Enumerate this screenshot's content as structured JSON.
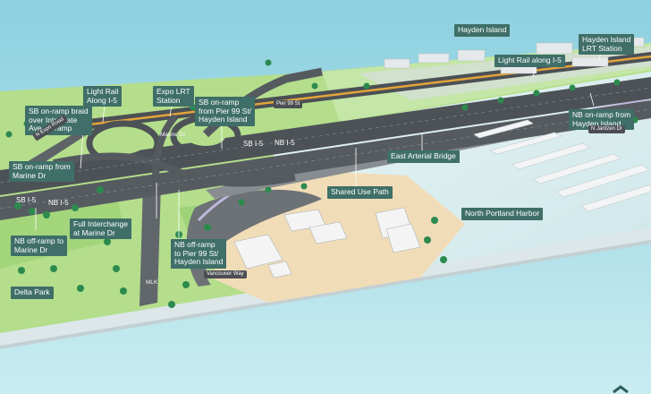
{
  "map": {
    "callouts": [
      {
        "id": "hayden-island",
        "text": "Hayden Island"
      },
      {
        "id": "hayden-island-lrt-station",
        "text": "Hayden Island\nLRT Station"
      },
      {
        "id": "light-rail-along-i5-east",
        "text": "Light Rail along I-5"
      },
      {
        "id": "light-rail-along-i5-west",
        "text": "Light Rail\nAlong I-5"
      },
      {
        "id": "expo-lrt-station",
        "text": "Expo LRT\nStation"
      },
      {
        "id": "sb-onramp-pier99",
        "text": "SB on-ramp\nfrom Pier 99 St/\nHayden Island"
      },
      {
        "id": "sb-onramp-braid",
        "text": "SB on-ramp braid\nover Interstate\nAve off-ramp"
      },
      {
        "id": "sb-i5-center",
        "text": "SB I-5"
      },
      {
        "id": "nb-i5-center",
        "text": "NB I-5"
      },
      {
        "id": "nb-onramp-hayden",
        "text": "NB on-ramp from\nHayden Island"
      },
      {
        "id": "east-arterial-bridge",
        "text": "East Arterial Bridge"
      },
      {
        "id": "sb-onramp-marine",
        "text": "SB on-ramp from\nMarine Dr"
      },
      {
        "id": "sb-i5-west",
        "text": "SB I-5"
      },
      {
        "id": "nb-i5-west",
        "text": "NB I-5"
      },
      {
        "id": "full-interchange",
        "text": "Full Interchange\nat Marine Dr"
      },
      {
        "id": "nb-offramp-marine",
        "text": "NB off-ramp to\nMarine Dr"
      },
      {
        "id": "shared-use-path",
        "text": "Shared Use Path"
      },
      {
        "id": "north-portland-harbor",
        "text": "North Portland Harbor"
      },
      {
        "id": "nb-offramp-pier99",
        "text": "NB off-ramp\nto Pier 99 St/\nHayden Island"
      },
      {
        "id": "delta-park",
        "text": "Delta Park"
      }
    ],
    "road_labels": [
      {
        "id": "n-expo-road",
        "text": "N Expo Road"
      },
      {
        "id": "marine-dr",
        "text": "Marine Dr"
      },
      {
        "id": "pier-99-st",
        "text": "Pier 99 St"
      },
      {
        "id": "n-jantzen-dr",
        "text": "N Jantzen Dr"
      },
      {
        "id": "mlk",
        "text": "MLK"
      },
      {
        "id": "vancouver-way",
        "text": "Vancouver Way"
      }
    ]
  },
  "colors": {
    "sky": "#a7dbe6",
    "grass": "#b4de8c",
    "grass_dark": "#8fc96b",
    "water": "#d7ecee",
    "sand": "#f1dcb8",
    "pavement": "#4d5257",
    "pavement_light": "#777c80",
    "light_rail": "#e3a43a",
    "tree": "#2c8a4e",
    "label_bg": "#3f6f68",
    "edge": "#d6e2e4"
  }
}
